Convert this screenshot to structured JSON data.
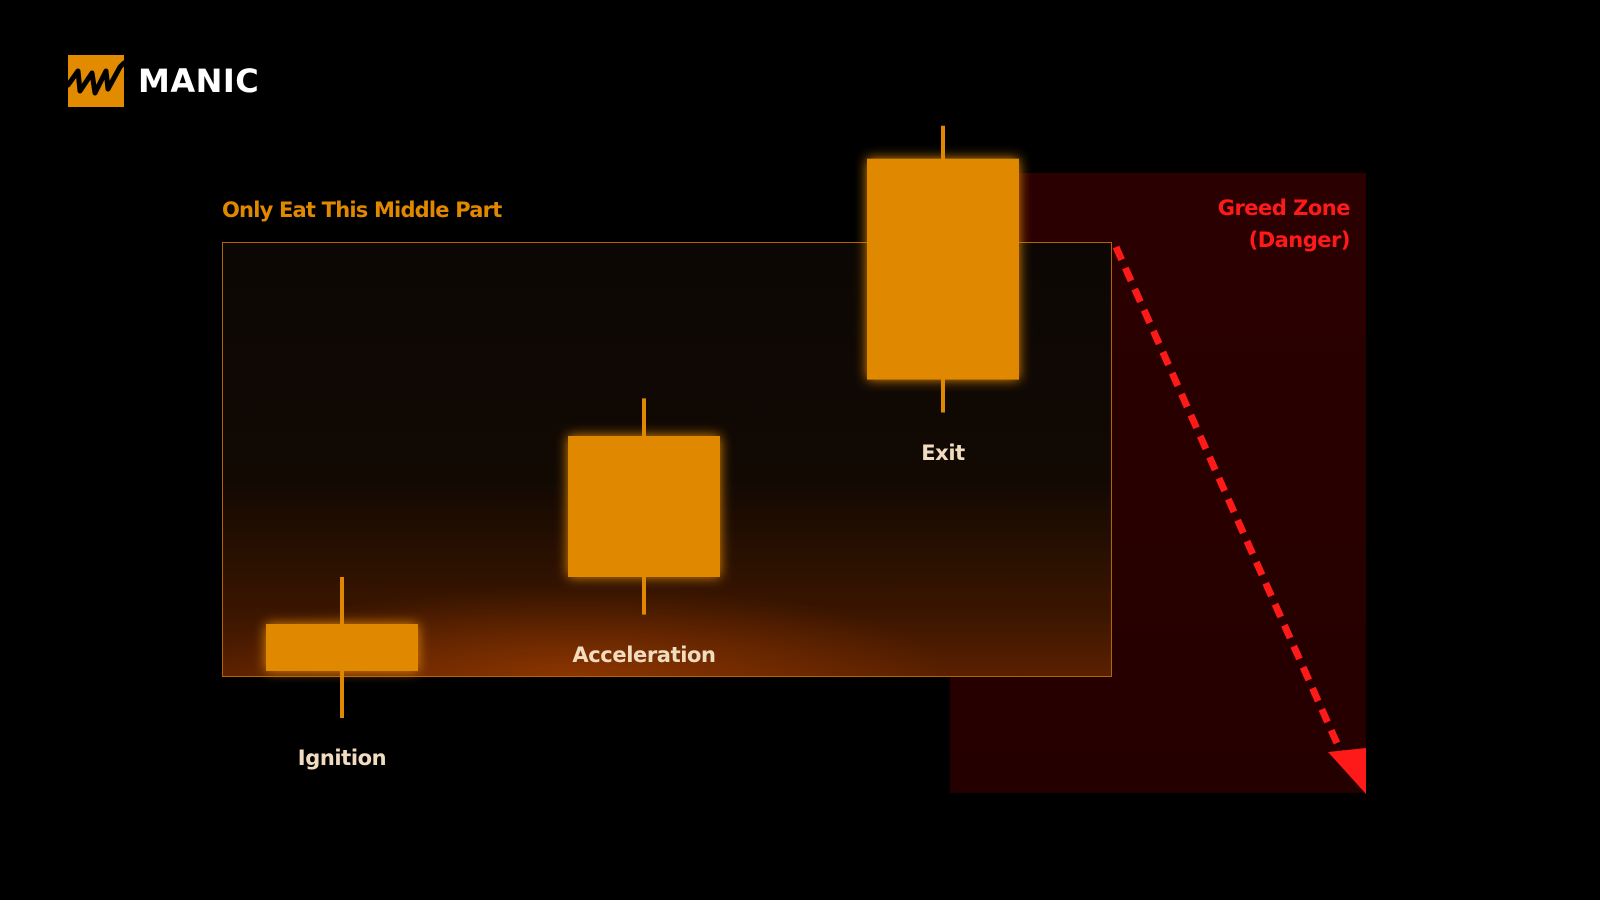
{
  "brand": {
    "name": "MANIC",
    "logo_icon": "zigzag-chart-icon",
    "accent_color": "#e28a00"
  },
  "middle_zone": {
    "title": "Only Eat This Middle Part"
  },
  "greed_zone": {
    "line1": "Greed Zone",
    "line2": "(Danger)",
    "color": "#ff1a1a",
    "arrow_icon": "dashed-down-arrow-icon"
  },
  "chart_data": {
    "type": "candlestick",
    "candles": [
      {
        "label": "Ignition",
        "open": 2.0,
        "close": 3.0,
        "low": 1.0,
        "high": 4.0
      },
      {
        "label": "Acceleration",
        "open": 4.0,
        "close": 7.0,
        "low": 3.2,
        "high": 7.8
      },
      {
        "label": "Exit",
        "open": 8.2,
        "close": 12.9,
        "low": 7.5,
        "high": 13.6
      }
    ],
    "color": "#e08800"
  }
}
